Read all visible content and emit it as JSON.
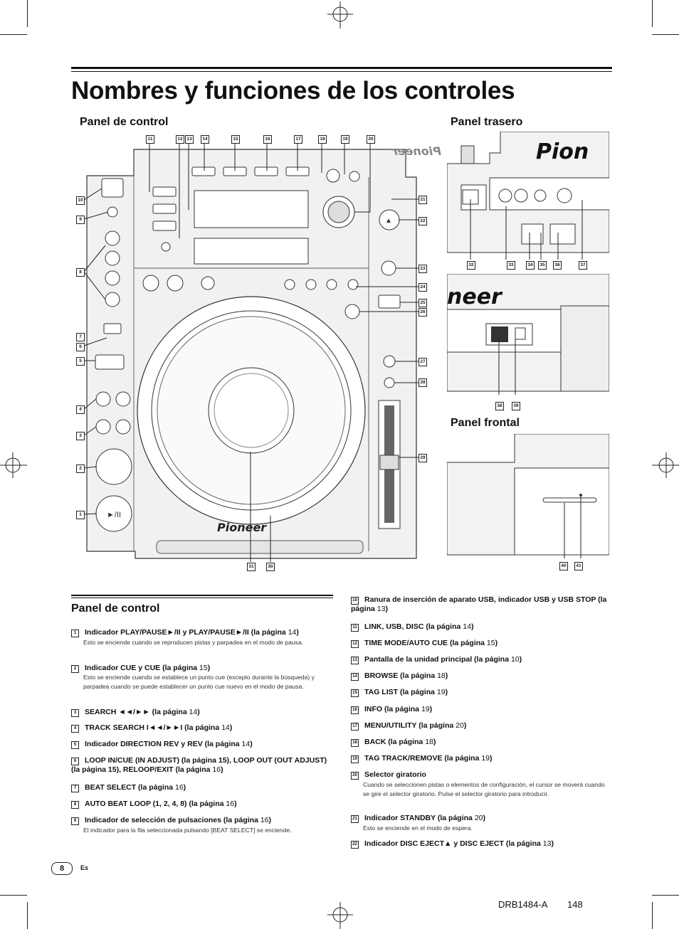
{
  "page": {
    "title": "Nombres y funciones de los controles",
    "sections": {
      "control_panel": "Panel de control",
      "rear_panel": "Panel trasero",
      "front_panel": "Panel frontal",
      "list_heading": "Panel de control"
    },
    "footer": {
      "page_number": "8",
      "lang": "Es",
      "doc_code": "DRB1484-A",
      "doc_page": "148"
    }
  },
  "diagram": {
    "brand": "Pioneer",
    "callouts": [
      "1",
      "2",
      "3",
      "4",
      "5",
      "6",
      "7",
      "8",
      "9",
      "10",
      "11",
      "12",
      "13",
      "14",
      "15",
      "16",
      "17",
      "18",
      "19",
      "20",
      "21",
      "22",
      "23",
      "24",
      "25",
      "26",
      "27",
      "28",
      "29",
      "30",
      "31",
      "32",
      "33",
      "34",
      "35",
      "36",
      "37",
      "38",
      "39",
      "40",
      "41"
    ]
  },
  "items_left": [
    {
      "n": "1",
      "label": "Indicador PLAY/PAUSE►/II y PLAY/PAUSE►/II (la página ",
      "pg": "14",
      "end": ")",
      "desc": "Esto se enciende cuando se reproducen pistas y parpadea en el modo de pausa."
    },
    {
      "n": "2",
      "label": "Indicador CUE y CUE (la página ",
      "pg": "15",
      "end": ")",
      "desc": "Esto se enciende cuando se establece un punto cue (excepto durante la búsqueda) y parpadea cuando se puede establecer un punto cue nuevo en el modo de pausa."
    },
    {
      "n": "3",
      "label": "SEARCH ◄◄/►► (la página ",
      "pg": "14",
      "end": ")",
      "desc": ""
    },
    {
      "n": "4",
      "label": "TRACK SEARCH I◄◄/►►I (la página ",
      "pg": "14",
      "end": ")",
      "desc": ""
    },
    {
      "n": "5",
      "label": "Indicador DIRECTION REV y REV (la página ",
      "pg": "14",
      "end": ")",
      "desc": ""
    },
    {
      "n": "6",
      "label": "LOOP IN/CUE (IN ADJUST) (la página 15), LOOP OUT (OUT ADJUST) (la página 15), RELOOP/EXIT (la página ",
      "pg": "16",
      "end": ")",
      "desc": ""
    },
    {
      "n": "7",
      "label": "BEAT SELECT (la página ",
      "pg": "16",
      "end": ")",
      "desc": ""
    },
    {
      "n": "8",
      "label": "AUTO BEAT LOOP (1, 2, 4, 8) (la página ",
      "pg": "16",
      "end": ")",
      "desc": ""
    },
    {
      "n": "9",
      "label": "Indicador de selección de pulsaciones (la página ",
      "pg": "16",
      "end": ")",
      "desc": "El indicador para la fila seleccionada pulsando [BEAT SELECT] se enciende."
    }
  ],
  "items_right": [
    {
      "n": "10",
      "label": "Ranura de inserción de aparato USB, indicador USB y USB STOP (la página ",
      "pg": "13",
      "end": ")",
      "desc": ""
    },
    {
      "n": "11",
      "label": "LINK, USB, DISC (la página ",
      "pg": "14",
      "end": ")",
      "desc": ""
    },
    {
      "n": "12",
      "label": "TIME MODE/AUTO CUE (la página ",
      "pg": "15",
      "end": ")",
      "desc": ""
    },
    {
      "n": "13",
      "label": "Pantalla de la unidad principal (la página ",
      "pg": "10",
      "end": ")",
      "desc": ""
    },
    {
      "n": "14",
      "label": "BROWSE (la página ",
      "pg": "18",
      "end": ")",
      "desc": ""
    },
    {
      "n": "15",
      "label": "TAG LIST (la página ",
      "pg": "19",
      "end": ")",
      "desc": ""
    },
    {
      "n": "16",
      "label": "INFO (la página ",
      "pg": "19",
      "end": ")",
      "desc": ""
    },
    {
      "n": "17",
      "label": "MENU/UTILITY (la página ",
      "pg": "20",
      "end": ")",
      "desc": ""
    },
    {
      "n": "18",
      "label": "BACK (la página ",
      "pg": "18",
      "end": ")",
      "desc": ""
    },
    {
      "n": "19",
      "label": "TAG TRACK/REMOVE (la página ",
      "pg": "19",
      "end": ")",
      "desc": ""
    },
    {
      "n": "20",
      "label": "Selector giratorio",
      "pg": "",
      "end": "",
      "desc": "Cuando se seleccionen pistas o elementos de configuración, el cursor se moverá cuando se gire el selector giratorio. Pulse el selector giratorio para introducir."
    },
    {
      "n": "21",
      "label": "Indicador STANDBY (la página ",
      "pg": "20",
      "end": ")",
      "desc": "Esto se enciende en el modo de espera."
    },
    {
      "n": "22",
      "label": "Indicador DISC EJECT▲ y DISC EJECT (la página ",
      "pg": "13",
      "end": ")",
      "desc": ""
    }
  ]
}
